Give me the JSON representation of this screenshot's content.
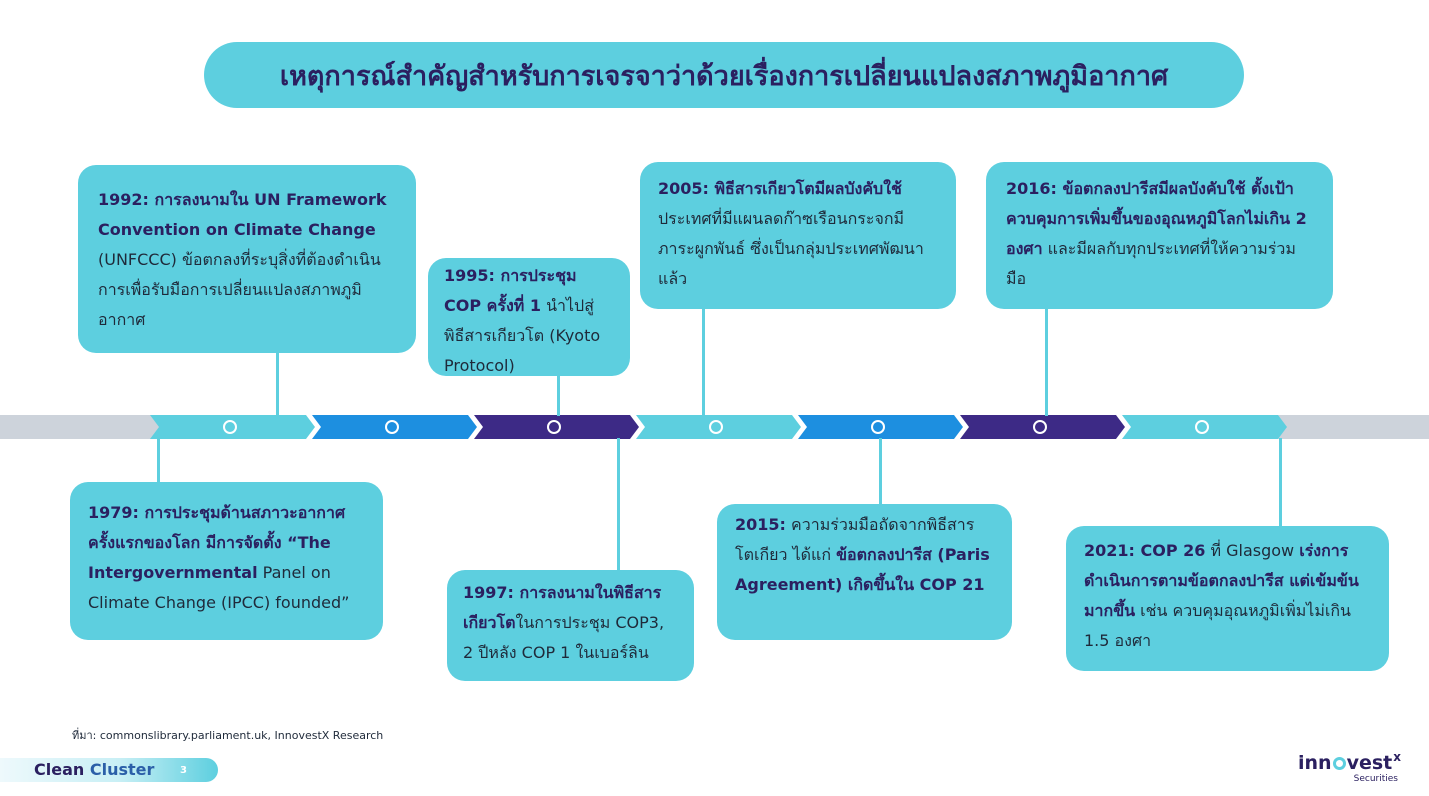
{
  "title": "เหตุการณ์สำคัญสำหรับการเจรจาว่าด้วยเรื่องการเปลี่ยนแปลงสภาพภูมิอากาศ",
  "colors": {
    "accent_cyan": "#5dcfdf",
    "blue": "#1d8fe0",
    "purple": "#3d2a86",
    "track_gray": "#cdd3db",
    "navy_text": "#2b2060"
  },
  "timeline": {
    "segment_colors": [
      "cyan",
      "blue",
      "purple",
      "cyan",
      "blue",
      "purple",
      "cyan"
    ],
    "node_icon": "circle-node-icon"
  },
  "events": {
    "e1992": {
      "bold1": "1992: การลงนามใน UN Framework Convention on Climate Change",
      "text1": " (UNFCCC) ข้อตกลงที่ระบุสิ่งที่ต้องดำเนินการเพื่อรับมือการเปลี่ยนแปลงสภาพภูมิอากาศ"
    },
    "e1995": {
      "bold1": "1995: การประชุม COP ครั้งที่ 1",
      "text1": " นำไปสู่พิธีสารเกียวโต (Kyoto Protocol)"
    },
    "e2005": {
      "bold1": "2005: พิธีสารเกียวโตมีผลบังคับใช้",
      "text1": " ประเทศที่มีแผนลดก๊าซเรือนกระจกมีภาระผูกพันธ์ ซึ่งเป็นกลุ่มประเทศพัฒนาแล้ว"
    },
    "e2016": {
      "bold1": "2016: ข้อตกลงปารีสมีผลบังคับใช้ ตั้งเป้าควบคุมการเพิ่มขึ้นของอุณหภูมิโลกไม่เกิน 2 องศา",
      "text1": " และมีผลกับทุกประเทศที่ให้ความร่วมมือ"
    },
    "e1979": {
      "bold1": "1979: การประชุมด้านสภาวะอากาศครั้งแรกของโลก มีการจัดตั้ง “The Intergovernmental",
      "text1": " Panel on Climate Change (IPCC) founded”"
    },
    "e1997": {
      "bold1": "1997: การลงนามในพิธีสารเกียวโต",
      "text1": "ในการประชุม COP3, 2 ปีหลัง COP 1 ในเบอร์ลิน"
    },
    "e2015": {
      "bold1": "2015:",
      "text1": " ความร่วมมือถัดจากพิธีสารโตเกียว ได้แก่ ",
      "bold2": "ข้อตกลงปารีส (Paris Agreement) เกิดขึ้นใน COP 21"
    },
    "e2021": {
      "bold1": "2021: COP 26",
      "text1": " ที่ Glasgow ",
      "bold2": "เร่งการดำเนินการตามข้อตกลงปารีส แต่เข้มข้นมากขึ้น",
      "text2": " เช่น ควบคุมอุณหภูมิเพิ่มไม่เกิน 1.5 องศา"
    }
  },
  "source": "ที่มา: commonslibrary.parliament.uk, InnovestX Research",
  "footer": {
    "brand_part1": "Clean",
    "brand_part2": "Cluster",
    "page": "3"
  },
  "logo": {
    "word_before": "inn",
    "word_after": "vest",
    "superscript": "x",
    "sub": "Securities"
  }
}
